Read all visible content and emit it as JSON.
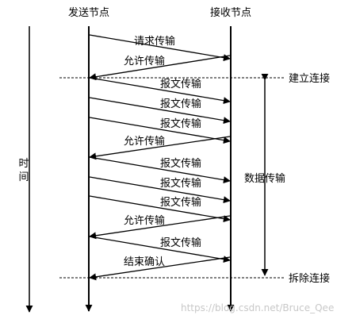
{
  "nodes": {
    "sender": "发送节点",
    "receiver": "接收节点"
  },
  "time_axis": [
    "时",
    "间"
  ],
  "phases": {
    "establish": "建立连接",
    "transfer": "数据传输",
    "teardown": "拆除连接"
  },
  "messages": [
    {
      "label": "请求传输",
      "direction": "to-receiver"
    },
    {
      "label": "允许传输",
      "direction": "to-sender"
    },
    {
      "label": "报文传输",
      "direction": "to-receiver"
    },
    {
      "label": "报文传输",
      "direction": "to-receiver"
    },
    {
      "label": "报文传输",
      "direction": "to-receiver"
    },
    {
      "label": "允许传输",
      "direction": "to-sender"
    },
    {
      "label": "报文传输",
      "direction": "to-receiver"
    },
    {
      "label": "报文传输",
      "direction": "to-receiver"
    },
    {
      "label": "报文传输",
      "direction": "to-receiver"
    },
    {
      "label": "允许传输",
      "direction": "to-sender"
    },
    {
      "label": "报文传输",
      "direction": "to-receiver"
    },
    {
      "label": "结束确认",
      "direction": "to-sender"
    }
  ],
  "watermark": "https://blog.csdn.net/Bruce_Qee"
}
